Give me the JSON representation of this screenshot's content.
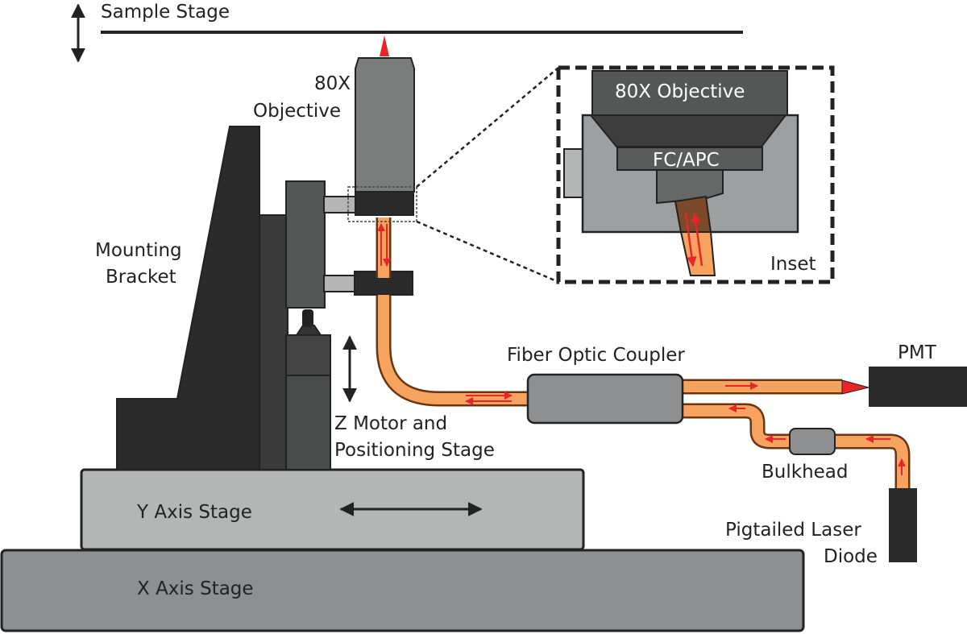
{
  "labels": {
    "sample_stage": "Sample Stage",
    "objective_line1": "80X",
    "objective_line2": "Objective",
    "mounting_line1": "Mounting",
    "mounting_line2": "Bracket",
    "z_motor_line1": "Z Motor and",
    "z_motor_line2": "Positioning Stage",
    "y_axis_stage": "Y Axis Stage",
    "x_axis_stage": "X Axis Stage",
    "fiber_optic_coupler": "Fiber Optic Coupler",
    "pmt": "PMT",
    "bulkhead": "Bulkhead",
    "laser_line1": "Pigtailed Laser",
    "laser_line2": "Diode"
  },
  "inset": {
    "objective": "80X Objective",
    "connector": "FC/APC",
    "title": "Inset"
  },
  "colors": {
    "fiber": "#f5a35f",
    "fiber_stroke": "#7a3a10",
    "laser_arrow": "#e8262a",
    "dark": "#2b2b2b",
    "stage_light": "#b3b6b4",
    "stage_dark": "#8e8f91",
    "objective": "#7b7d7d"
  }
}
